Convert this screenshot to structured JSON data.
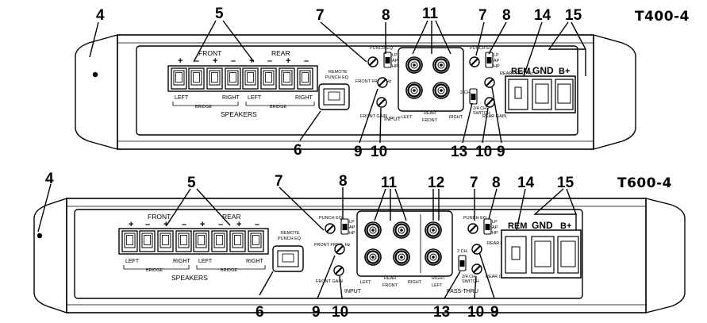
{
  "diagram": {
    "amp1": {
      "model": "T400-4",
      "speakers_label": "SPEAKERS",
      "front_label": "FRONT",
      "rear_label": "REAR",
      "left_label": "LEFT",
      "right_label": "RIGHT",
      "bridge_label": "BRIDGE",
      "remote_label_1": "REMOTE",
      "remote_label_2": "PUNCH EQ",
      "punch_eq": "PUNCH EQ",
      "input_label": "INPUT",
      "front_gain": "FRONT GAIN",
      "rear_gain": "REAR GAIN",
      "front_freq": "FRONT FREQ. Hz",
      "rear_freq": "REAR FREQ. Hz",
      "switch_lp": "LP",
      "switch_ap": "AP",
      "switch_hp": "HP",
      "ch_switch_1": "2 CH.",
      "ch_switch_2": "2/4 CH.",
      "ch_switch_3": "SWITCH",
      "rca_left": "LEFT",
      "rca_right": "RIGHT",
      "rca_rear": "REAR",
      "rca_front": "FRONT",
      "rem": "REM",
      "gnd": "GND",
      "bplus": "B+",
      "plus": "+",
      "minus": "–",
      "callouts": {
        "c4": "4",
        "c5": "5",
        "c6": "6",
        "c7a": "7",
        "c8a": "8",
        "c9a": "9",
        "c10a": "10",
        "c11": "11",
        "c7b": "7",
        "c8b": "8",
        "c13": "13",
        "c10b": "10",
        "c9b": "9",
        "c14": "14",
        "c15": "15"
      }
    },
    "amp2": {
      "model": "T600-4",
      "speakers_label": "SPEAKERS",
      "front_label": "FRONT",
      "rear_label": "REAR",
      "left_label": "LEFT",
      "right_label": "RIGHT",
      "bridge_label": "BRIDGE",
      "remote_label_1": "REMOTE",
      "remote_label_2": "PUNCH EQ",
      "punch_eq": "PUNCH EQ",
      "input_label": "INPUT",
      "pass_thru": "PASS-THRU",
      "front_gain": "FRONT GAIN",
      "rear_gain": "REAR GAIN",
      "front_freq": "FRONT FREQ. Hz",
      "rear_freq": "REAR FREQ. Hz",
      "switch_lp": "LP",
      "switch_ap": "AP",
      "switch_hp": "HP",
      "ch_switch_1": "2 CH.",
      "ch_switch_2": "2/4 CH.",
      "ch_switch_3": "SWITCH",
      "rca_left": "LEFT",
      "rca_right": "RIGHT",
      "rca_rear": "REAR",
      "rca_front": "FRONT",
      "rem": "REM",
      "gnd": "GND",
      "bplus": "B+",
      "plus": "+",
      "minus": "–",
      "callouts": {
        "c4": "4",
        "c5": "5",
        "c6": "6",
        "c7a": "7",
        "c8a": "8",
        "c9a": "9",
        "c10a": "10",
        "c11": "11",
        "c12": "12",
        "c7b": "7",
        "c8b": "8",
        "c13": "13",
        "c10b": "10",
        "c9b": "9",
        "c14": "14",
        "c15": "15"
      }
    }
  }
}
